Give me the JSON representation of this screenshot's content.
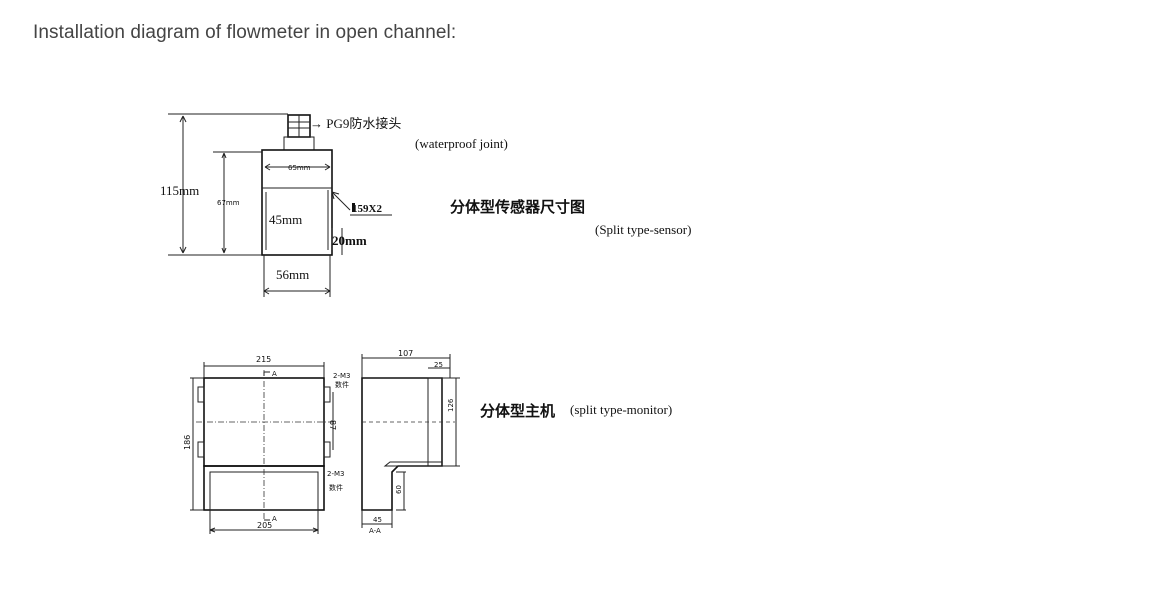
{
  "page": {
    "heading": "Installation diagram of flowmeter in open channel:"
  },
  "sensor_diagram": {
    "joint_label_cn": "→ PG9防水接头",
    "joint_label_en": "(waterproof joint)",
    "dim_total_height": "115mm",
    "dim_body_height": "67mm",
    "dim_top_width": "65mm",
    "dim_inner_height": "45mm",
    "dim_bottom_width": "56mm",
    "dim_probe": "20mm",
    "thread_label": "159X2",
    "title_cn": "分体型传感器尺寸图",
    "title_en": "(Split type-sensor)"
  },
  "monitor_diagram": {
    "dim_width_top": "215",
    "dim_width_bottom": "205",
    "dim_height": "186",
    "dim_inner": "87",
    "screw_top": "2-M3",
    "screw_top_cn": "数件",
    "screw_bottom": "2-M3",
    "screw_bottom_cn": "数件",
    "section_mark": "A",
    "side_depth": "107",
    "side_top": "25",
    "side_height": "126",
    "side_lower": "60",
    "side_bottom": "45",
    "section_label": "A-A",
    "title_cn": "分体型主机",
    "title_en": "(split type-monitor)"
  }
}
